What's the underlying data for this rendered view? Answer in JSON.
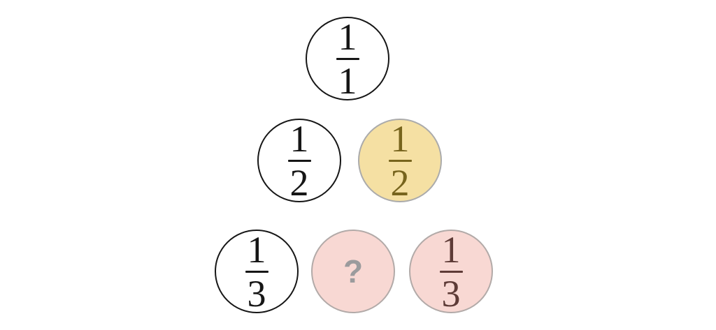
{
  "figure": {
    "kind": "fraction-triangle-puzzle",
    "rows": [
      {
        "circles": [
          {
            "type": "fraction",
            "numerator": "1",
            "denominator": "1",
            "variant": "white"
          }
        ]
      },
      {
        "circles": [
          {
            "type": "fraction",
            "numerator": "1",
            "denominator": "2",
            "variant": "white"
          },
          {
            "type": "fraction",
            "numerator": "1",
            "denominator": "2",
            "variant": "yellow"
          }
        ]
      },
      {
        "circles": [
          {
            "type": "fraction",
            "numerator": "1",
            "denominator": "3",
            "variant": "white"
          },
          {
            "type": "question",
            "label": "?",
            "variant": "pink"
          },
          {
            "type": "fraction",
            "numerator": "1",
            "denominator": "3",
            "variant": "pink"
          }
        ]
      }
    ]
  },
  "colors": {
    "background": "#ffffff",
    "white_circle_border": "#161616",
    "white_circle_text": "#161616",
    "yellow_circle_fill": "#f5e0a3",
    "yellow_circle_border": "#ababab",
    "yellow_circle_text": "#77641d",
    "pink_circle_fill": "#f8d8d3",
    "pink_circle_border": "#b2aaa8",
    "pink_circle_text": "#5e3b37",
    "question_mark_text": "#9b9b9d"
  }
}
